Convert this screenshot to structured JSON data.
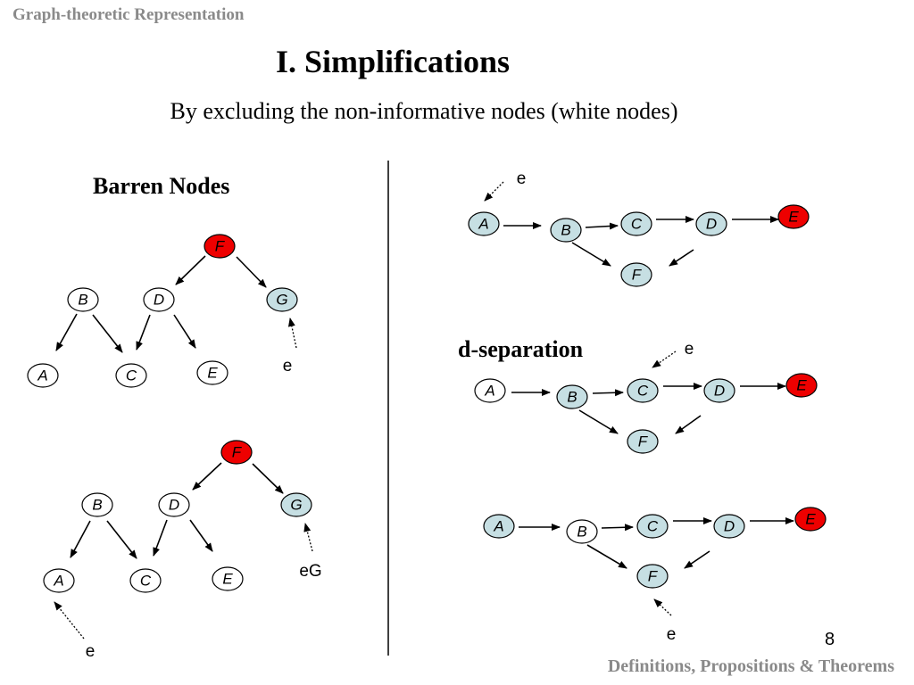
{
  "header": {
    "title": "Graph-theoretic Representation"
  },
  "title": "I.  Simplifications",
  "subtitle": "By excluding the non-informative nodes  (white nodes)",
  "sections": {
    "barren": "Barren Nodes",
    "dsep": "d-separation"
  },
  "page_number": "8",
  "footer": "Definitions, Propositions & Theorems",
  "colors": {
    "informative": "#c6dfe3",
    "query": "#ee0000",
    "non_informative": "#ffffff",
    "header_gray": "#8a8a8a"
  },
  "diagrams": [
    {
      "id": "barren-top",
      "nodes": [
        {
          "label": "F",
          "type": "query"
        },
        {
          "label": "B",
          "type": "plain"
        },
        {
          "label": "D",
          "type": "plain"
        },
        {
          "label": "G",
          "type": "evidence"
        },
        {
          "label": "A",
          "type": "plain"
        },
        {
          "label": "C",
          "type": "plain"
        },
        {
          "label": "E",
          "type": "plain"
        }
      ],
      "evidence_labels": [
        "e"
      ]
    },
    {
      "id": "barren-bottom",
      "nodes": [
        {
          "label": "F",
          "type": "query"
        },
        {
          "label": "B",
          "type": "plain"
        },
        {
          "label": "D",
          "type": "plain"
        },
        {
          "label": "G",
          "type": "evidence"
        },
        {
          "label": "A",
          "type": "plain"
        },
        {
          "label": "C",
          "type": "plain"
        },
        {
          "label": "E",
          "type": "plain"
        }
      ],
      "evidence_labels": [
        "eG",
        "e"
      ]
    },
    {
      "id": "dsep-1",
      "nodes": [
        {
          "label": "A",
          "type": "evidence"
        },
        {
          "label": "B",
          "type": "evidence"
        },
        {
          "label": "C",
          "type": "evidence"
        },
        {
          "label": "D",
          "type": "evidence"
        },
        {
          "label": "E",
          "type": "query"
        },
        {
          "label": "F",
          "type": "evidence"
        }
      ],
      "evidence_labels": [
        "e"
      ]
    },
    {
      "id": "dsep-2",
      "nodes": [
        {
          "label": "A",
          "type": "plain"
        },
        {
          "label": "B",
          "type": "evidence"
        },
        {
          "label": "C",
          "type": "evidence"
        },
        {
          "label": "D",
          "type": "evidence"
        },
        {
          "label": "E",
          "type": "query"
        },
        {
          "label": "F",
          "type": "evidence"
        }
      ],
      "evidence_labels": [
        "e"
      ]
    },
    {
      "id": "dsep-3",
      "nodes": [
        {
          "label": "A",
          "type": "evidence"
        },
        {
          "label": "B",
          "type": "plain"
        },
        {
          "label": "C",
          "type": "evidence"
        },
        {
          "label": "D",
          "type": "evidence"
        },
        {
          "label": "E",
          "type": "query"
        },
        {
          "label": "F",
          "type": "evidence"
        }
      ],
      "evidence_labels": [
        "e"
      ]
    }
  ]
}
